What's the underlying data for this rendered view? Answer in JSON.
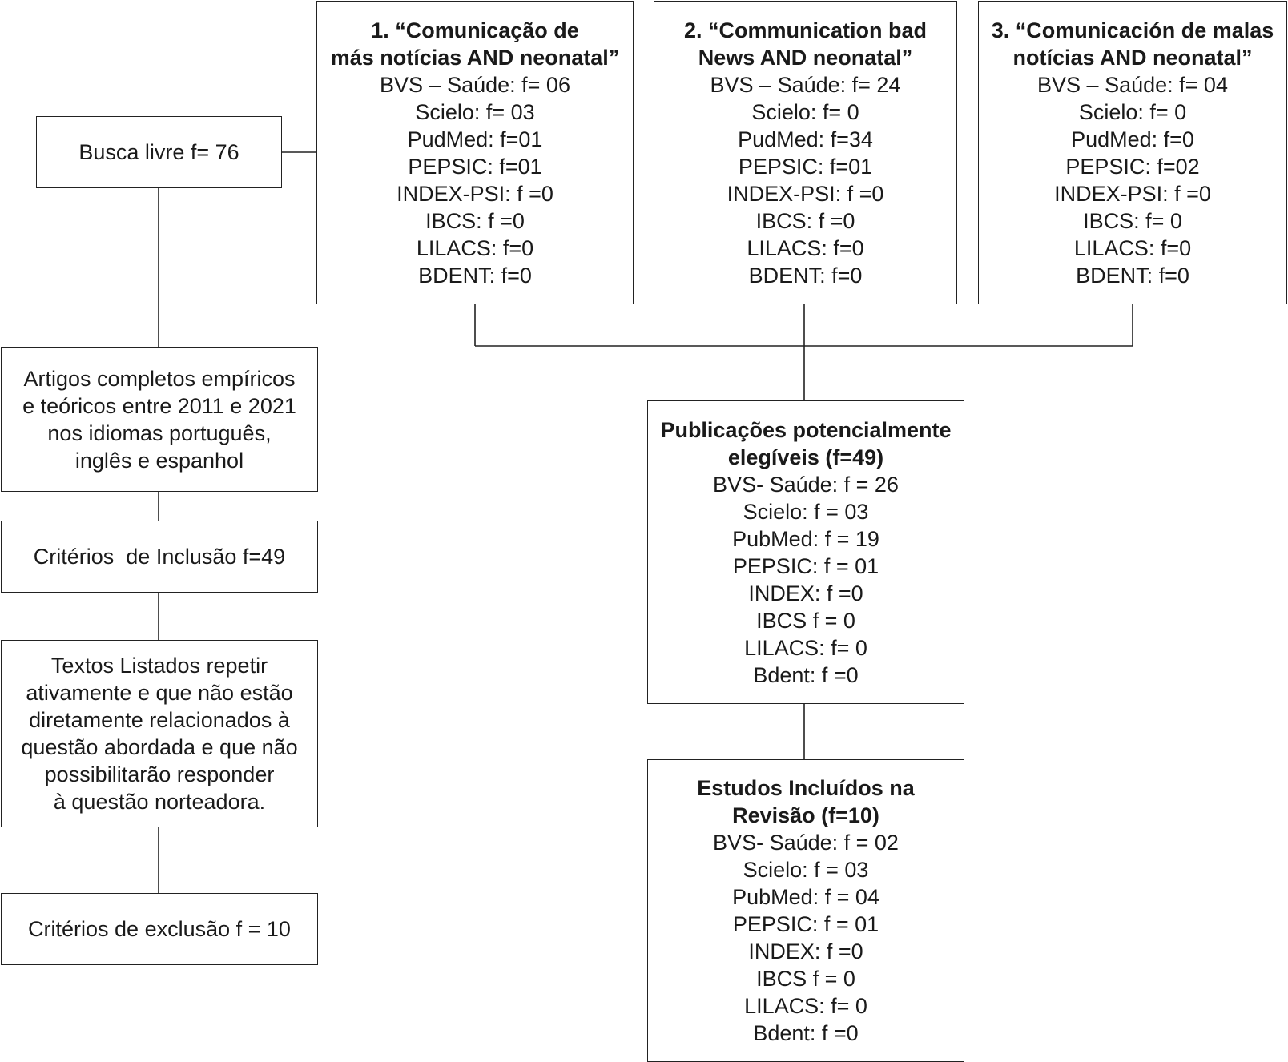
{
  "free_search": {
    "label": "Busca livre f= 76"
  },
  "query1": {
    "title": [
      "1. “Comunicação de",
      "más notícias AND neonatal”"
    ],
    "lines": [
      "BVS – Saúde: f= 06",
      "Scielo: f= 03",
      "PudMed: f=01",
      "PEPSIC: f=01",
      "INDEX-PSI: f =0",
      "IBCS: f =0",
      "LILACS: f=0",
      "BDENT: f=0"
    ]
  },
  "query2": {
    "title": [
      "2. “Communication bad",
      "News AND neonatal”"
    ],
    "lines": [
      "BVS – Saúde: f= 24",
      "Scielo: f= 0",
      "PudMed: f=34",
      "PEPSIC: f=01",
      "INDEX-PSI: f =0",
      "IBCS: f =0",
      "LILACS: f=0",
      "BDENT: f=0"
    ]
  },
  "query3": {
    "title": [
      "3. “Comunicación de malas",
      "notícias AND neonatal”"
    ],
    "lines": [
      "BVS – Saúde: f= 04",
      "Scielo: f= 0",
      "PudMed: f=0",
      "PEPSIC: f=02",
      "INDEX-PSI: f =0",
      "IBCS: f= 0",
      "LILACS: f=0",
      "BDENT: f=0"
    ]
  },
  "articles": {
    "lines": [
      "Artigos completos empíricos",
      "e teóricos entre 2011 e 2021",
      "nos idiomas português,",
      "inglês e espanhol"
    ]
  },
  "inclusion": {
    "label": "Critérios  de Inclusão f=49"
  },
  "listed_texts": {
    "lines": [
      "Textos Listados repetir",
      "ativamente e que não estão",
      "diretamente relacionados à",
      "questão abordada e que não",
      "possibilitarão responder",
      "à questão norteadora."
    ]
  },
  "exclusion": {
    "label": "Critérios de exclusão f = 10"
  },
  "eligible": {
    "title": [
      "Publicações potencialmente",
      "elegíveis (f=49)"
    ],
    "lines": [
      "BVS- Saúde: f = 26",
      "Scielo: f = 03",
      "PubMed: f = 19",
      "PEPSIC: f = 01",
      "INDEX: f =0",
      "IBCS f = 0",
      "LILACS: f= 0",
      "Bdent: f =0"
    ]
  },
  "included": {
    "title": [
      "Estudos Incluídos na",
      "Revisão (f=10)"
    ],
    "lines": [
      "BVS- Saúde: f = 02",
      "Scielo: f = 03",
      "PubMed: f = 04",
      "PEPSIC: f = 01",
      "INDEX: f =0",
      "IBCS f = 0",
      "LILACS: f= 0",
      "Bdent: f =0"
    ]
  }
}
